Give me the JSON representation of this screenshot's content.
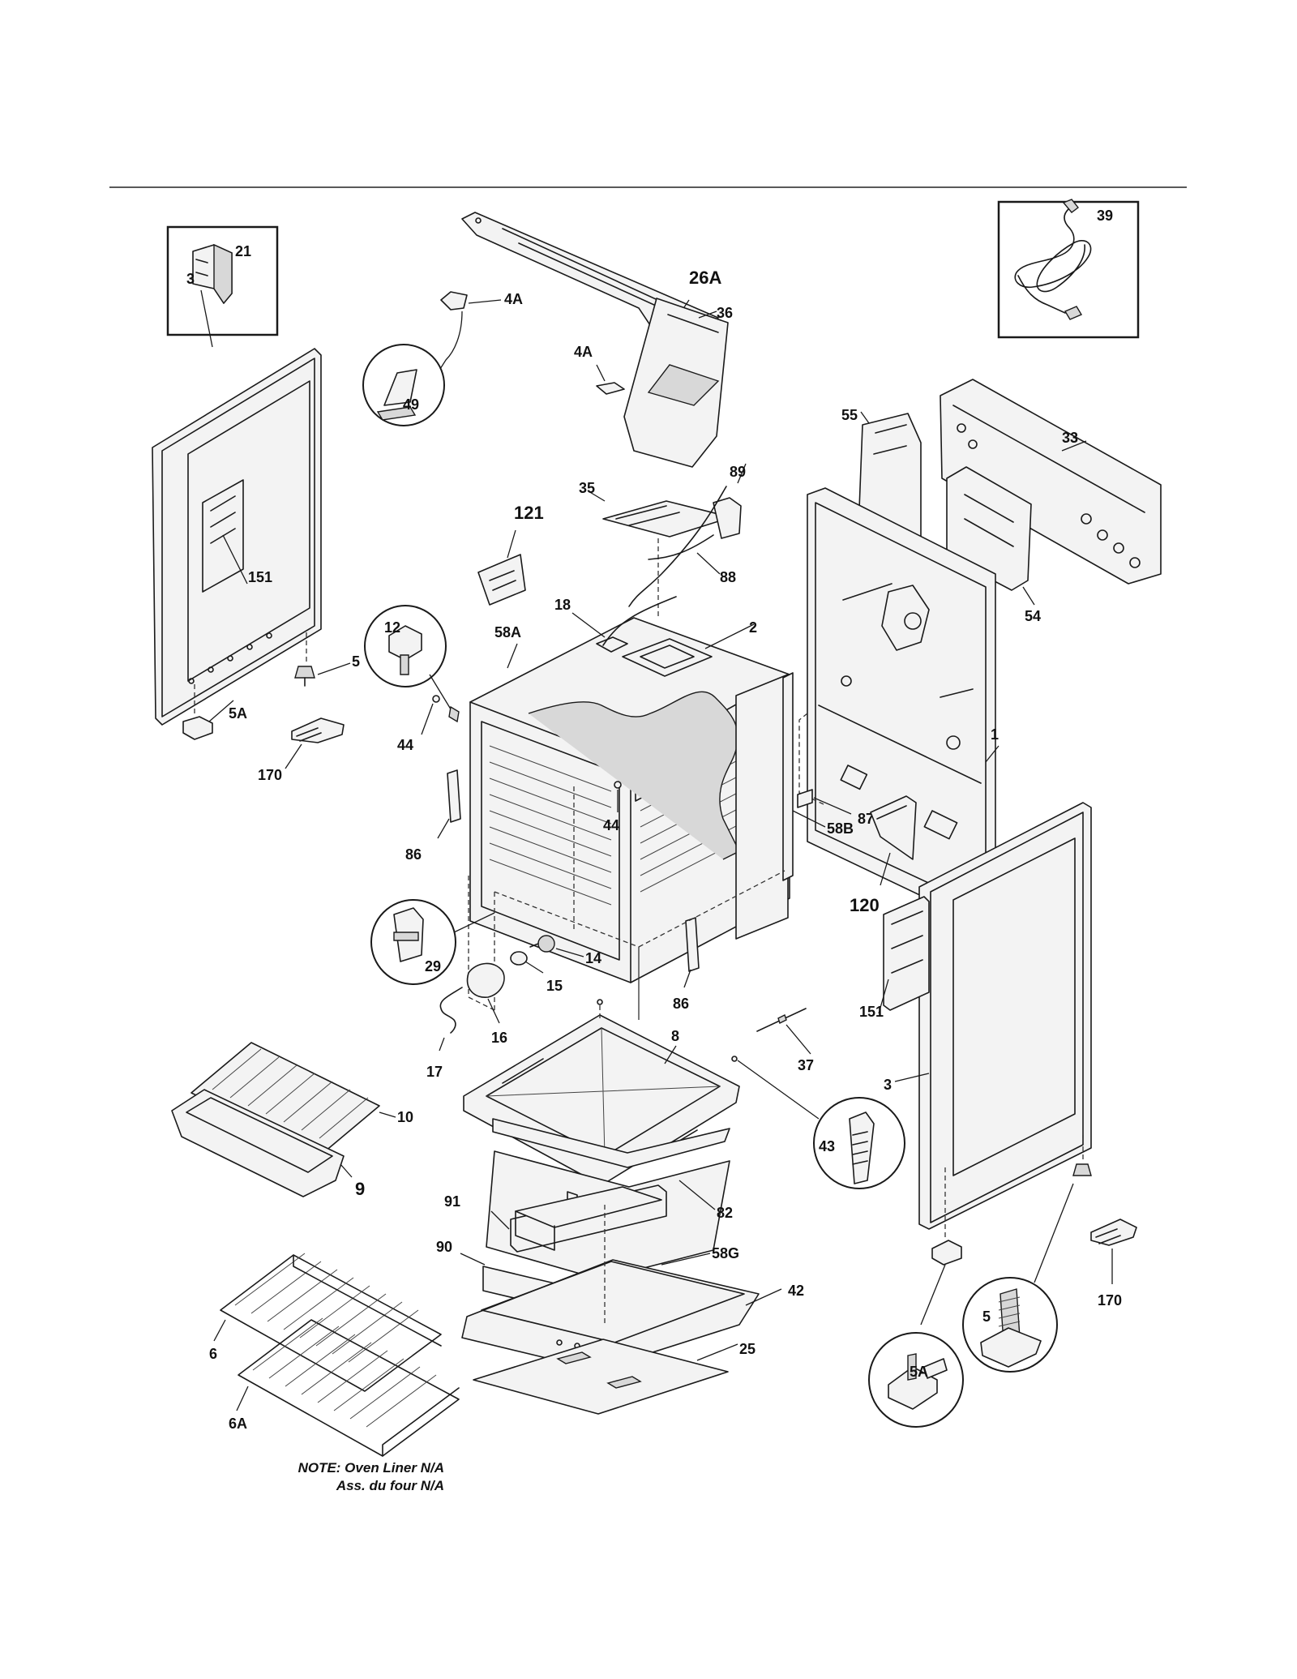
{
  "labels": {
    "l21": "21",
    "l39": "39",
    "l26A": "26A",
    "l4A_a": "4A",
    "l4A_b": "4A",
    "l49": "49",
    "l3_a": "3",
    "l36": "36",
    "l55": "55",
    "l33": "33",
    "l89": "89",
    "l35": "35",
    "l121": "121",
    "l151_a": "151",
    "l88": "88",
    "l54": "54",
    "l12": "12",
    "l18": "18",
    "l58A": "58A",
    "l2": "2",
    "l5_a": "5",
    "l5A_a": "5A",
    "l44_a": "44",
    "l170_a": "170",
    "l1": "1",
    "l87": "87",
    "l44_b": "44",
    "l86_a": "86",
    "l58B": "58B",
    "l120": "120",
    "l29": "29",
    "l14": "14",
    "l15": "15",
    "l86_b": "86",
    "l151_b": "151",
    "l16": "16",
    "l37": "37",
    "l17": "17",
    "l8": "8",
    "l10": "10",
    "l43": "43",
    "l3_b": "3",
    "l9": "9",
    "l82": "82",
    "l91": "91",
    "l58G": "58G",
    "l90": "90",
    "l42": "42",
    "l170_b": "170",
    "l5_b": "5",
    "l6": "6",
    "l25": "25",
    "l5A_b": "5A",
    "l6A": "6A"
  },
  "note": {
    "line1": "NOTE: Oven Liner N/A",
    "line2": "Ass. du four N/A"
  }
}
